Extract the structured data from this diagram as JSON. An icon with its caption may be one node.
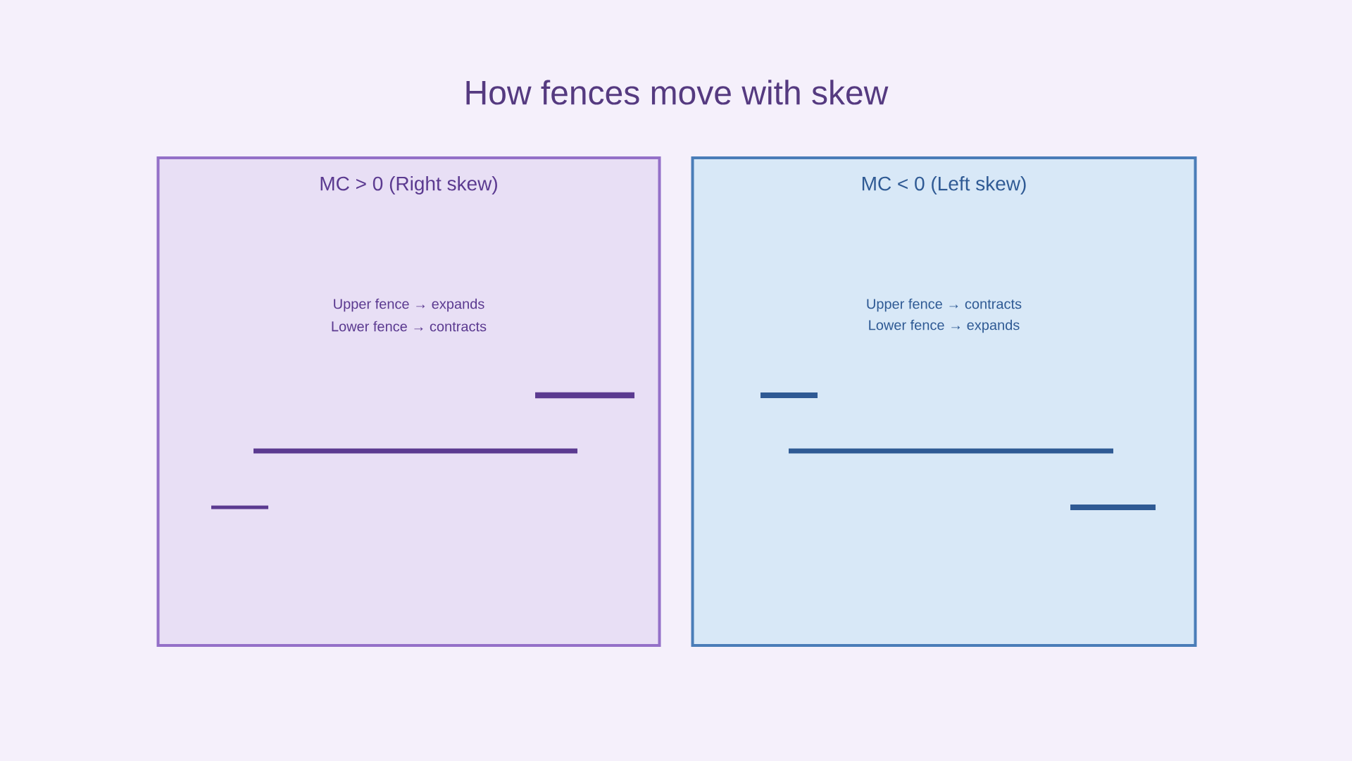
{
  "diagram": {
    "title": "How fences move with skew",
    "nodes": [
      {
        "text": [
          "MC > 0 (Right skew)",
          "Upper fence → expands",
          "Lower fence → contracts"
        ]
      },
      {
        "text": [
          "MC < 0 (Left skew)",
          "Upper fence → contracts",
          "Lower fence → expands"
        ]
      }
    ]
  }
}
